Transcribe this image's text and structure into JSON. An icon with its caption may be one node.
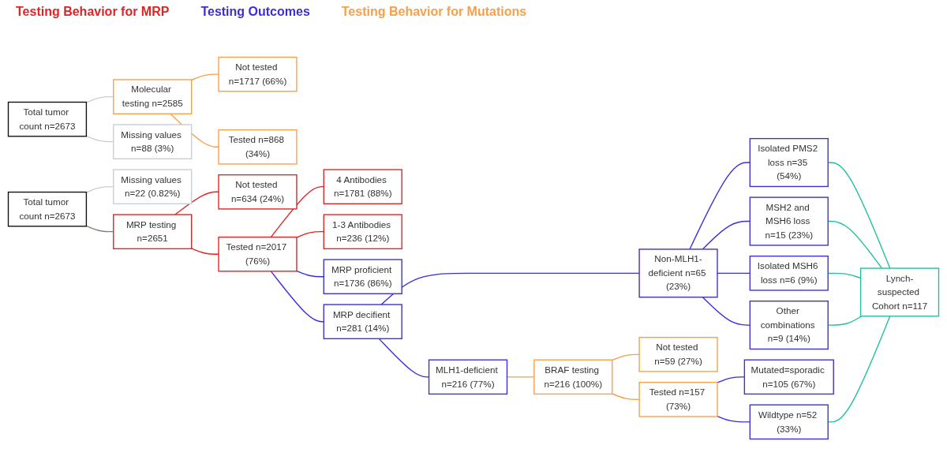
{
  "diagram": {
    "nodes": [
      {
        "text": [
          "Total tumor count n=2673"
        ]
      },
      {
        "text": [
          "Missing values n=22 (0.82%)"
        ]
      },
      {
        "text": [
          "MRP testing n=2651"
        ]
      },
      {
        "text": [
          "Not tested n=634 (24%)"
        ]
      },
      {
        "text": [
          "Tested n=2017 (76%)"
        ]
      },
      {
        "text": [
          "4 Antibodies n=1781 (88%)"
        ]
      },
      {
        "text": [
          "1-3 Antibodies n=236 (12%)"
        ]
      },
      {
        "text": [
          "MRP proficient n=1736 (86%)"
        ]
      },
      {
        "text": [
          "MRP decifient n=281 (14%)"
        ]
      },
      {
        "text": [
          "Non-MLH1-deficient n=65 (23%)"
        ]
      },
      {
        "text": [
          "MLH1-deficient n=216 (77%)"
        ]
      },
      {
        "text": [
          "Isolated PMS2 loss n=35 (54%)"
        ]
      },
      {
        "text": [
          "MSH2 and MSH6 loss n=15 (23%)"
        ]
      },
      {
        "text": [
          "Isolated MSH6 loss n=6 (9%)"
        ]
      },
      {
        "text": [
          "Other combinations n=9 (14%)"
        ]
      },
      {
        "text": [
          "BRAF testing n=216 (100%)"
        ]
      },
      {
        "text": [
          "Not tested n=59 (27%)"
        ]
      },
      {
        "text": [
          "Tested n=157 (73%)"
        ]
      },
      {
        "text": [
          "Mutated=sporadic n=105 (67%)"
        ]
      },
      {
        "text": [
          "Wildtype n=52 (33%)"
        ]
      },
      {
        "text": [
          "Lynch-suspected Cohort n=117"
        ]
      },
      {
        "text": [
          "Total tumor count n=2673"
        ]
      },
      {
        "text": [
          "Molecular testing n=2585"
        ]
      },
      {
        "text": [
          "Missing values n=88 (3%)"
        ]
      },
      {
        "text": [
          "Not tested n=1717 (66%)"
        ]
      },
      {
        "text": [
          "Tested n=868 (34%)"
        ]
      }
    ],
    "edges": [
      {
        "from": 0,
        "to": 1,
        "arrow": "none",
        "color": "#c8ced6"
      },
      {
        "from": 0,
        "to": 2,
        "arrow": "none",
        "color": "#8a7f78"
      },
      {
        "from": 2,
        "to": 3,
        "arrow": "none",
        "color": "#e02424"
      },
      {
        "from": 2,
        "to": 4,
        "arrow": "none",
        "color": "#e02424"
      },
      {
        "from": 4,
        "to": 5,
        "arrow": "none",
        "color": "#e02424"
      },
      {
        "from": 4,
        "to": 6,
        "arrow": "none",
        "color": "#e02424"
      },
      {
        "from": 4,
        "to": 7,
        "arrow": "none"
      },
      {
        "from": 4,
        "to": 8,
        "arrow": "none"
      },
      {
        "from": 8,
        "to": 9,
        "arrow": "none"
      },
      {
        "from": 8,
        "to": 10,
        "arrow": "none"
      },
      {
        "from": 9,
        "to": 11,
        "arrow": "none"
      },
      {
        "from": 9,
        "to": 12,
        "arrow": "none"
      },
      {
        "from": 9,
        "to": 13,
        "arrow": "none"
      },
      {
        "from": 9,
        "to": 14,
        "arrow": "none"
      },
      {
        "from": 10,
        "to": 15,
        "arrow": "none",
        "color": "#f5a04a"
      },
      {
        "from": 15,
        "to": 16,
        "arrow": "none",
        "color": "#f5a04a"
      },
      {
        "from": 15,
        "to": 17,
        "arrow": "none",
        "color": "#f5a04a"
      },
      {
        "from": 17,
        "to": 18,
        "arrow": "none"
      },
      {
        "from": 17,
        "to": 19,
        "arrow": "none"
      },
      {
        "from": 11,
        "to": 20,
        "arrow": "none",
        "color": "#1fbf9f"
      },
      {
        "from": 12,
        "to": 20,
        "arrow": "none",
        "color": "#1fbf9f"
      },
      {
        "from": 13,
        "to": 20,
        "arrow": "none",
        "color": "#1fbf9f"
      },
      {
        "from": 14,
        "to": 20,
        "arrow": "none",
        "color": "#1fbf9f"
      },
      {
        "from": 19,
        "to": 20,
        "arrow": "none",
        "color": "#1fbf9f"
      },
      {
        "from": 21,
        "to": 22,
        "arrow": "none",
        "color": "#c8ced6"
      },
      {
        "from": 21,
        "to": 23,
        "arrow": "none",
        "color": "#c8ced6"
      },
      {
        "from": 22,
        "to": 24,
        "arrow": "none",
        "color": "#f5a04a"
      },
      {
        "from": 22,
        "to": 25,
        "arrow": "none",
        "color": "#f5a04a"
      }
    ],
    "labels": [
      "Testing Behavior for MRP",
      "Testing Outcomes",
      "Testing Behavior for Mutations"
    ]
  }
}
